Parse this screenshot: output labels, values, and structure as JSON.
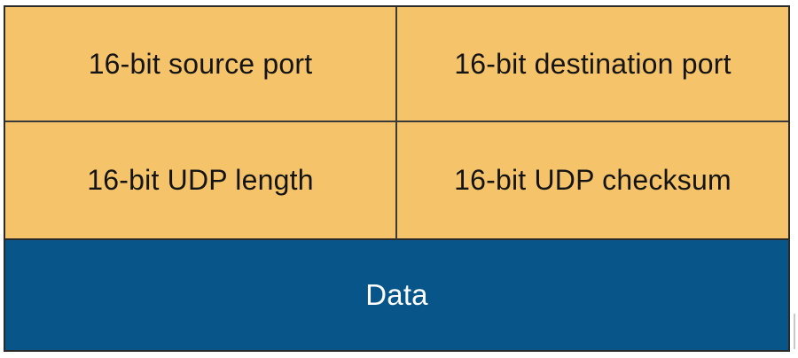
{
  "fields": {
    "source_port": "16-bit source port",
    "destination_port": "16-bit destination port",
    "udp_length": "16-bit UDP length",
    "udp_checksum": "16-bit UDP checksum"
  },
  "data_label": "Data",
  "colors": {
    "field_fill": "#f5c36a",
    "data_fill": "#075589",
    "border": "#2a2a2a"
  }
}
